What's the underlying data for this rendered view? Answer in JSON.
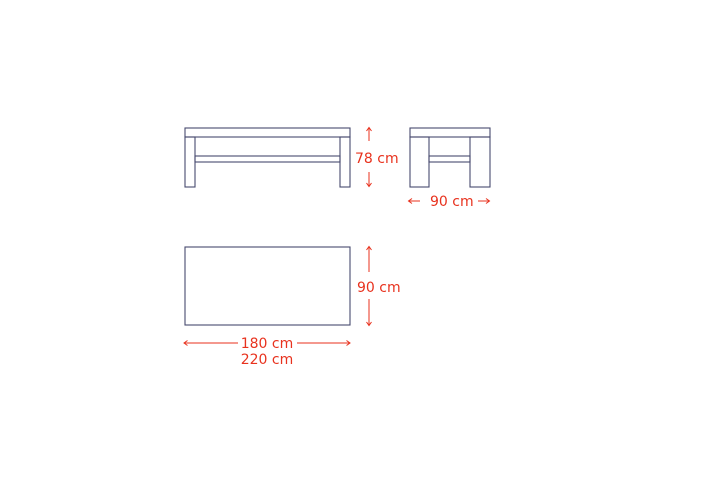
{
  "dimensions": {
    "front_height": "78 cm",
    "side_depth": "90 cm",
    "top_depth": "90 cm",
    "top_length_min": "180 cm",
    "top_length_max": "220 cm"
  },
  "colors": {
    "outline": "#474a6e",
    "dimension": "#e8321e",
    "background": "#ffffff"
  }
}
